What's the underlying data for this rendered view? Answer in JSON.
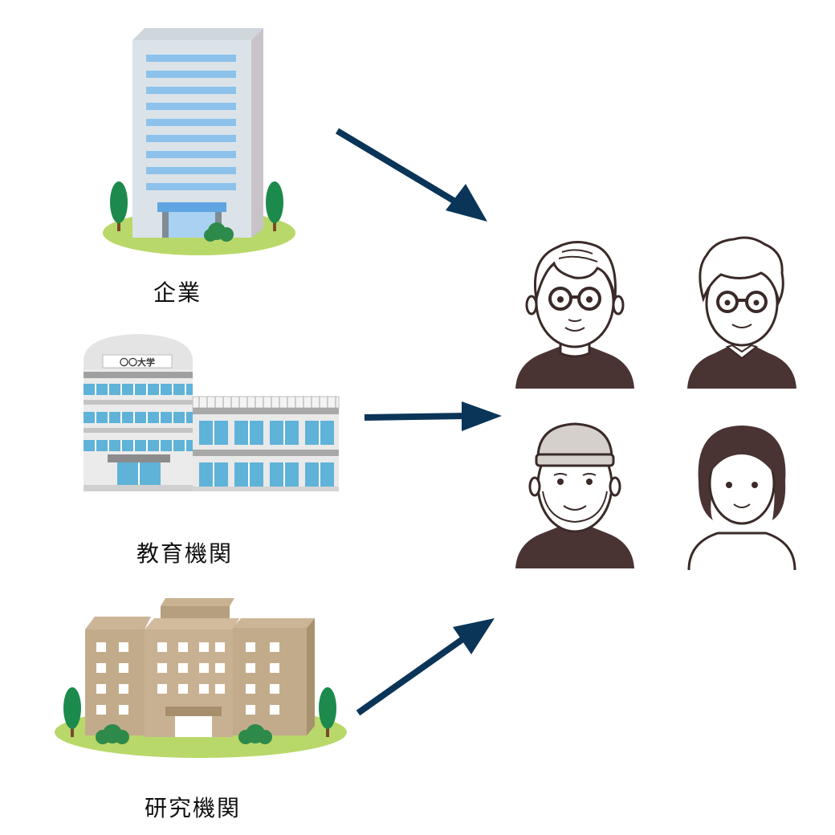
{
  "sources": [
    {
      "id": "company",
      "label": "企業"
    },
    {
      "id": "education",
      "label": "教育機関",
      "sign": "〇〇大学"
    },
    {
      "id": "research",
      "label": "研究機関"
    }
  ],
  "icons": {
    "company": "office-building-icon",
    "education": "university-building-icon",
    "research": "research-institute-icon",
    "arrow": "arrow-right-icon",
    "people": [
      "elderly-man-glasses-icon",
      "elderly-woman-glasses-icon",
      "elderly-man-cap-icon",
      "elderly-woman-icon"
    ]
  },
  "colors": {
    "arrow": "#0b3558",
    "shirt": "#4a3433",
    "outline": "#3a2a28",
    "grass": "#b9d86a"
  }
}
